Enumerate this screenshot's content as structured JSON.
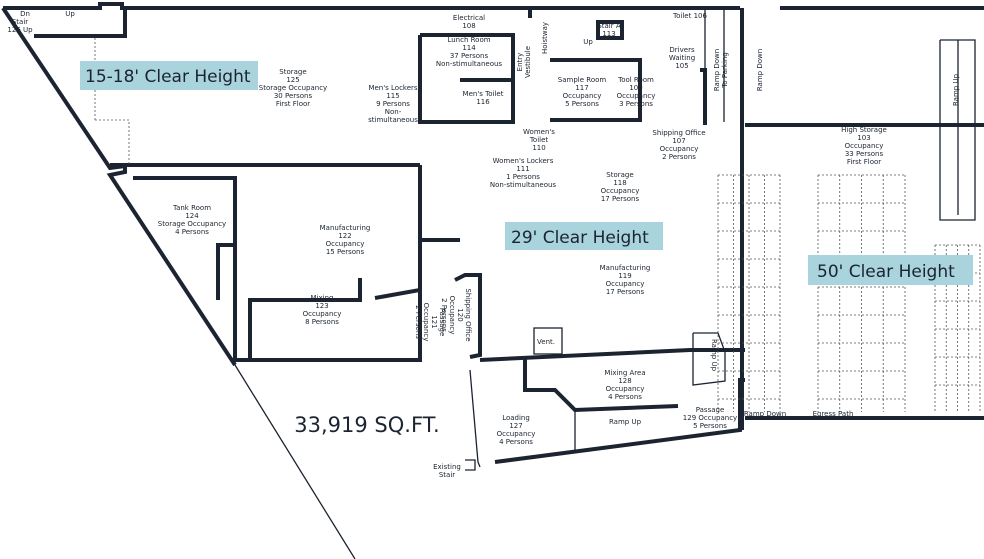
{
  "plan": {
    "clear_heights": [
      "15-18' Clear Height",
      "29' Clear Height",
      "50' Clear Height"
    ],
    "total_area": "33,919 SQ.FT.",
    "highlight_color": "#a9d3dd",
    "wall_color": "#1b2430",
    "rooms": [
      {
        "lines": [
          "Dn"
        ]
      },
      {
        "lines": [
          "Up"
        ]
      },
      {
        "lines": [
          "Stair",
          "126 Up"
        ]
      },
      {
        "lines": [
          "Storage",
          "125",
          "Storage Occupancy",
          "30 Persons",
          "",
          "First Floor"
        ]
      },
      {
        "lines": [
          "Electrical",
          "108"
        ]
      },
      {
        "lines": [
          "Lunch Room",
          "114",
          "37 Persons",
          "Non-stimultaneous"
        ]
      },
      {
        "lines": [
          "Men's Lockers",
          "115",
          "9 Persons",
          "Non-",
          "stimultaneous"
        ]
      },
      {
        "lines": [
          "Men's Toilet",
          "116"
        ]
      },
      {
        "lines": [
          "Entry",
          "Vestibule"
        ]
      },
      {
        "lines": [
          "Hoistway"
        ]
      },
      {
        "lines": [
          "Stair A",
          "113"
        ]
      },
      {
        "lines": [
          "Up"
        ]
      },
      {
        "lines": [
          "Sample Room",
          "117",
          "Occupancy",
          "5 Persons"
        ]
      },
      {
        "lines": [
          "Tool Room",
          "109",
          "Occupancy",
          "3 Persons"
        ]
      },
      {
        "lines": [
          "Toilet 106"
        ]
      },
      {
        "lines": [
          "Drivers",
          "Waiting",
          "105"
        ]
      },
      {
        "lines": [
          "Ramp Down",
          "To Parking"
        ]
      },
      {
        "lines": [
          "Ramp Down"
        ]
      },
      {
        "lines": [
          "Ramp Up"
        ]
      },
      {
        "lines": [
          "Women's",
          "Toilet",
          "110"
        ]
      },
      {
        "lines": [
          "Women's Lockers",
          "111",
          "1 Persons",
          "Non-stimultaneous"
        ]
      },
      {
        "lines": [
          "Shipping Office",
          "107",
          "Occupancy",
          "2 Persons"
        ]
      },
      {
        "lines": [
          "Storage",
          "118",
          "Occupancy",
          "17 Persons"
        ]
      },
      {
        "lines": [
          "High Storage",
          "103",
          "Occupancy",
          "33 Persons",
          "",
          "First Floor"
        ]
      },
      {
        "lines": [
          "Tank Room",
          "124",
          "Storage Occupancy",
          "4 Persons"
        ]
      },
      {
        "lines": [
          "Manufacturing",
          "122",
          "Occupancy",
          "15 Persons"
        ]
      },
      {
        "lines": [
          "Manufacturing",
          "119",
          "Occupancy",
          "17 Persons"
        ]
      },
      {
        "lines": [
          "Mixing",
          "123",
          "Occupancy",
          "8 Persons"
        ]
      },
      {
        "lines": [
          "Passage",
          "121",
          "Occupancy",
          "2 Persons"
        ]
      },
      {
        "lines": [
          "Shipping Office",
          "120",
          "Occupancy",
          "2 Persons"
        ]
      },
      {
        "lines": [
          "Vent."
        ]
      },
      {
        "lines": [
          "Ramp Up"
        ]
      },
      {
        "lines": [
          "Mixing Area",
          "128",
          "Occupancy",
          "4 Persons"
        ]
      },
      {
        "lines": [
          "Loading",
          "127",
          "Occupancy",
          "4 Persons"
        ]
      },
      {
        "lines": [
          "Ramp Up"
        ]
      },
      {
        "lines": [
          "Passage",
          "129 Occupancy",
          "5 Persons"
        ]
      },
      {
        "lines": [
          "Ramp Down"
        ]
      },
      {
        "lines": [
          "Egress Path"
        ]
      },
      {
        "lines": [
          "Existing",
          "Stair"
        ]
      }
    ]
  }
}
